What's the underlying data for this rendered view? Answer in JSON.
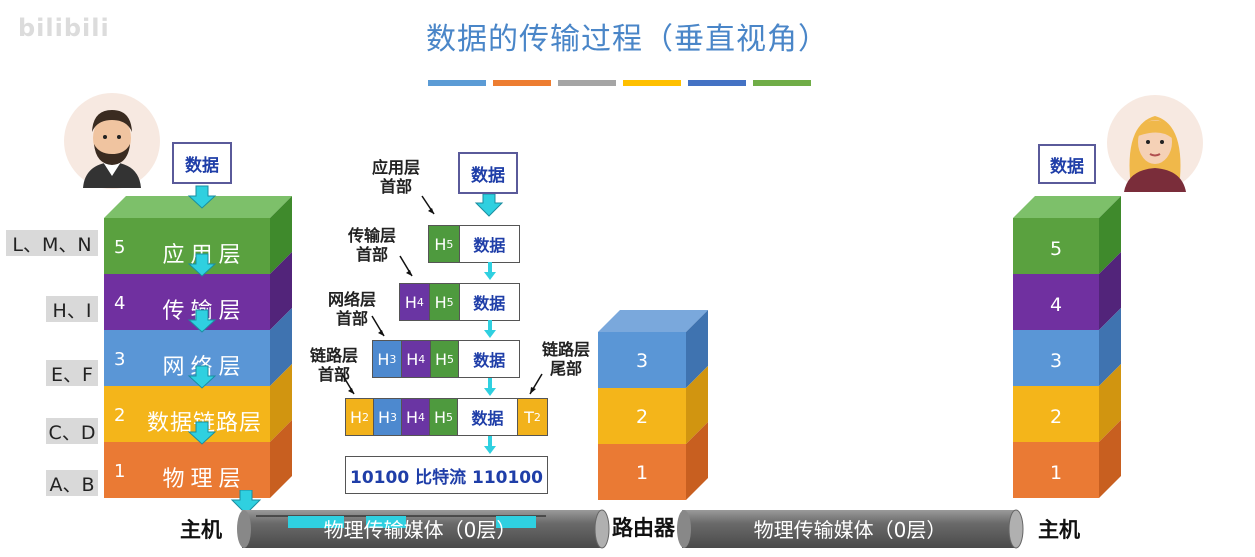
{
  "title": "数据的传输过程（垂直视角）",
  "watermark": "bilibili",
  "accent_colors": [
    "#5b9bd5",
    "#ed7d31",
    "#a5a5a5",
    "#ffc000",
    "#4472c4",
    "#70ad47"
  ],
  "left_side_labels": [
    "L、M、N",
    "H、I",
    "E、F",
    "C、D",
    "A、B"
  ],
  "host_left": {
    "label": "主机",
    "data_label": "数据",
    "layers": [
      {
        "num": "5",
        "name": "应用层",
        "color": "#5aa13f"
      },
      {
        "num": "4",
        "name": "传输层",
        "color": "#7030a0"
      },
      {
        "num": "3",
        "name": "网络层",
        "color": "#5a96d6"
      },
      {
        "num": "2",
        "name": "数据链路层",
        "color": "#f4b51a"
      },
      {
        "num": "1",
        "name": "物理层",
        "color": "#ea7a34"
      }
    ]
  },
  "encapsulation": {
    "data_label": "数据",
    "app_header_label": "应用层首部",
    "transport_header_label": "传输层首部",
    "network_header_label": "网络层首部",
    "link_header_label": "链路层首部",
    "link_trailer_label": "链路层尾部",
    "h5": "H5",
    "h4": "H4",
    "h3": "H3",
    "h2": "H2",
    "t2": "T2",
    "bitstream": "10100 比特流 110100"
  },
  "router": {
    "label": "路由器",
    "layers": [
      "3",
      "2",
      "1"
    ]
  },
  "host_right": {
    "label": "主机",
    "data_label": "数据",
    "layers": [
      "5",
      "4",
      "3",
      "2",
      "1"
    ]
  },
  "medium_left": "物理传输媒体（0层）",
  "medium_right": "物理传输媒体（0层）"
}
